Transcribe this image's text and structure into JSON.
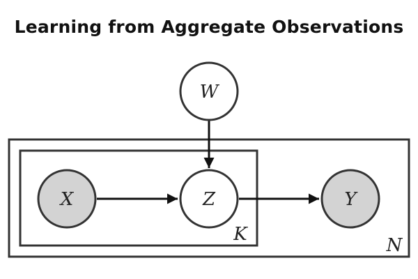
{
  "title": "Learning from Aggregate Observations",
  "colors": {
    "stroke": "#333333",
    "observed_fill": "#d3d3d3",
    "latent_fill": "#ffffff",
    "edge": "#111111"
  },
  "nodes": {
    "w": {
      "label": "W",
      "observed": false
    },
    "x": {
      "label": "X",
      "observed": true
    },
    "z": {
      "label": "Z",
      "observed": false
    },
    "y": {
      "label": "Y",
      "observed": true
    }
  },
  "plates": {
    "outer": {
      "label": "N"
    },
    "inner": {
      "label": "K"
    }
  },
  "edges": [
    {
      "from": "W",
      "to": "Z"
    },
    {
      "from": "X",
      "to": "Z"
    },
    {
      "from": "Z",
      "to": "Y"
    }
  ]
}
